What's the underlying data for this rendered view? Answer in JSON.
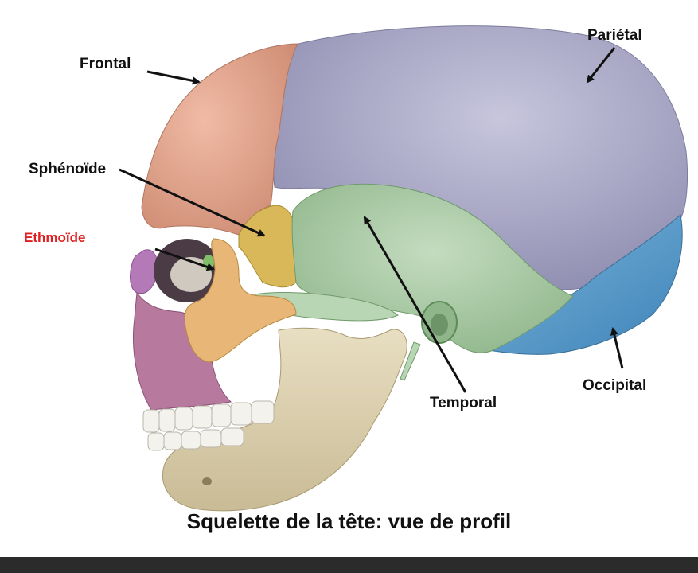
{
  "labels": {
    "frontal": "Frontal",
    "parietal": "Pariétal",
    "sphenoide": "Sphénoïde",
    "ethmoide": "Ethmoïde",
    "temporal": "Temporal",
    "occipital": "Occipital"
  },
  "caption": "Squelette de la tête: vue de profil",
  "colors": {
    "frontal": "#e3a48b",
    "parietal": "#a9a8c8",
    "sphenoide": "#d9b85a",
    "ethmoide": "#b47ab8",
    "temporal": "#a8cba3",
    "occipital": "#5b9fce",
    "zygomatic": "#e8b778",
    "maxilla": "#b8799f",
    "mandible": "#ddd2b2",
    "ethmoide_label": "#e02020"
  }
}
